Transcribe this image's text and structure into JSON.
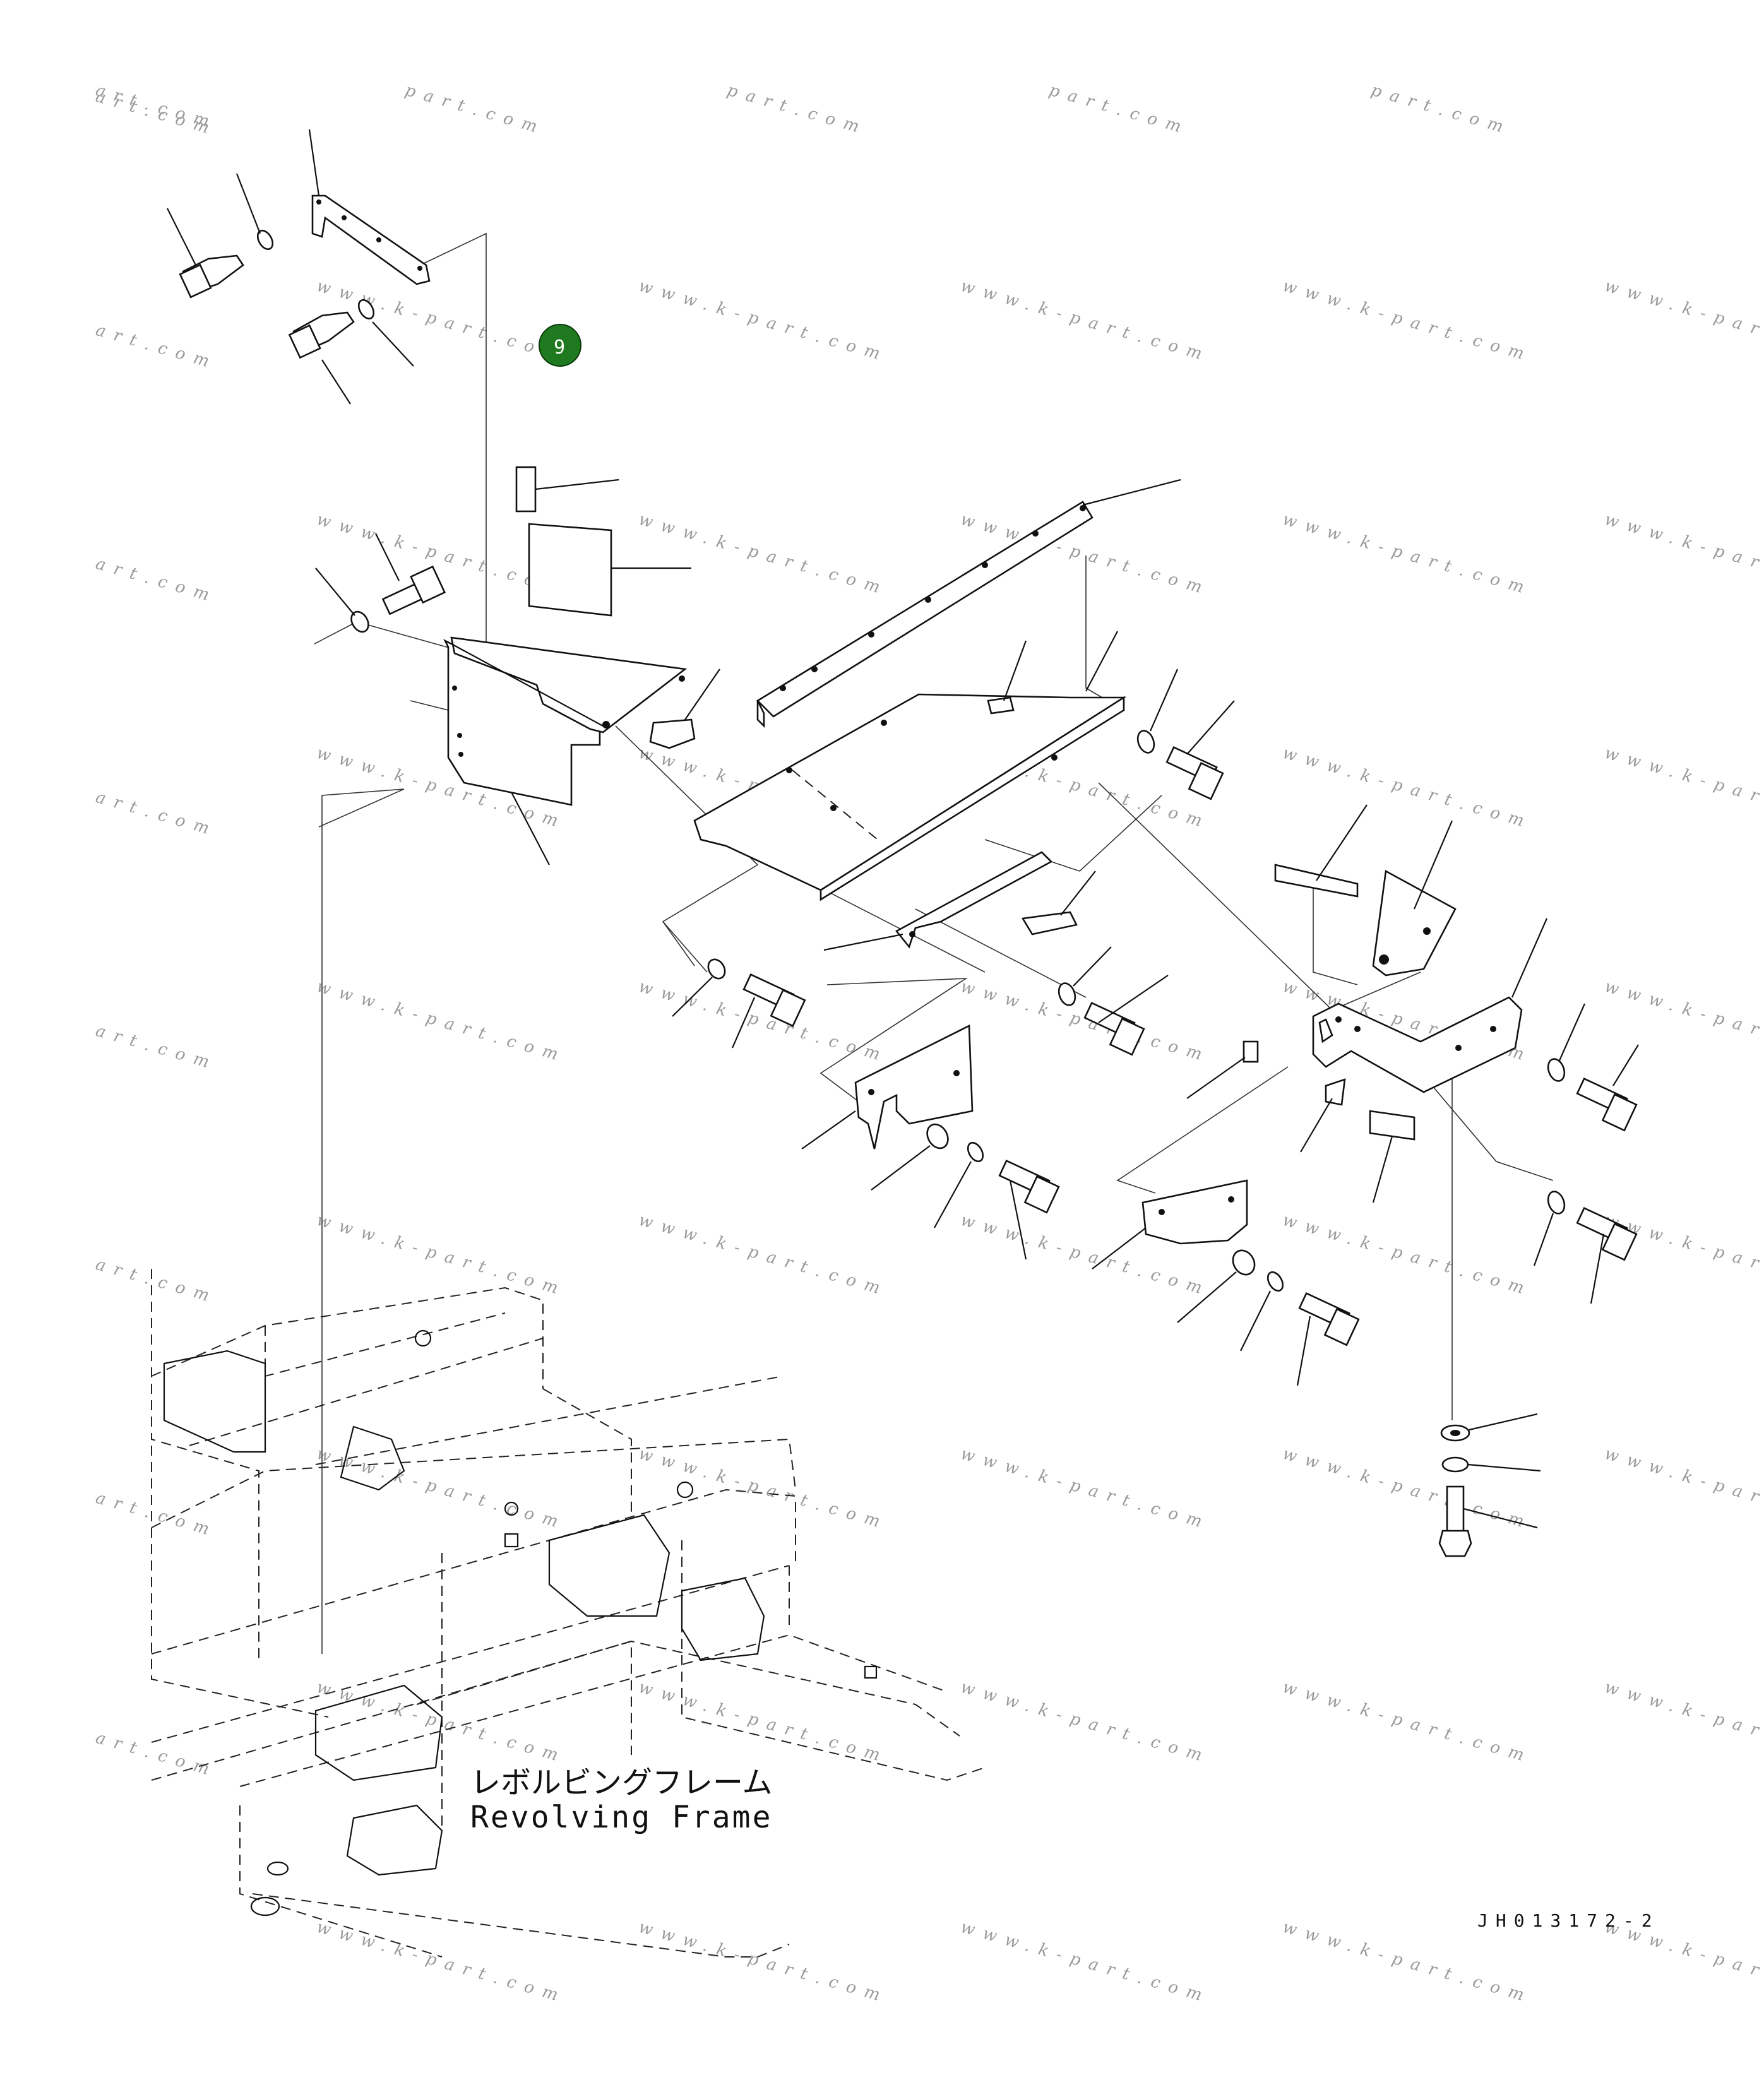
{
  "diagram": {
    "callout_badge": {
      "label": "9",
      "color": "#1f7a1f"
    },
    "frame_label_jp": "レボルビングフレーム",
    "frame_label_en": "Revolving Frame",
    "drawing_code": "JH013172-2",
    "watermark_short": "art.com",
    "watermark_mid": "part.com",
    "watermark_long": "www.k-part.com"
  }
}
